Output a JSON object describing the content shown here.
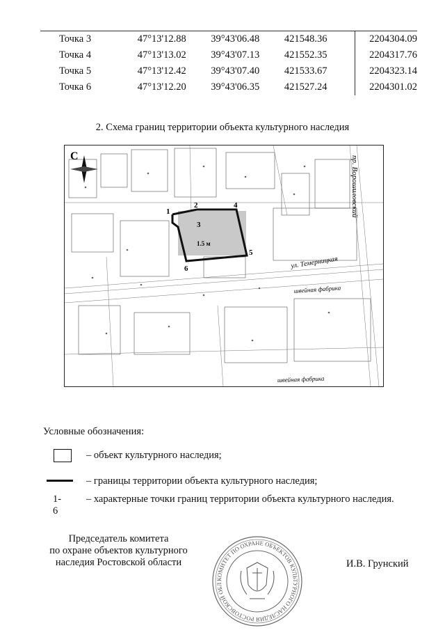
{
  "table": {
    "rows": [
      [
        "Точка 3",
        "47°13'12.88",
        "39°43'06.48",
        "421548.36",
        "2204304.09"
      ],
      [
        "Точка 4",
        "47°13'13.02",
        "39°43'07.13",
        "421552.35",
        "2204317.76"
      ],
      [
        "Точка 5",
        "47°13'12.42",
        "39°43'07.40",
        "421533.67",
        "2204323.14"
      ],
      [
        "Точка 6",
        "47°13'12.20",
        "39°43'06.35",
        "421527.24",
        "2204301.02"
      ]
    ]
  },
  "scheme": {
    "title": "2. Схема границ территории объекта культурного наследия",
    "map": {
      "north_label": "С",
      "street_prospect": "пр. Ворошиловский",
      "street_temer": "ул. Темерницкая",
      "label_factory_1": "швейная фабрика",
      "label_factory_2": "швейная фабрика",
      "object_label": "1.5 м",
      "points": [
        "1",
        "2",
        "3",
        "4",
        "5",
        "6"
      ]
    }
  },
  "legend": {
    "title": "Условные обозначения:",
    "items": [
      {
        "symbol": "box",
        "text": "– объект культурного наследия;"
      },
      {
        "symbol": "line",
        "text": "– границы территории объекта культурного наследия;"
      },
      {
        "symbol": "text",
        "label": "1-6",
        "text": "– характерные точки границ территории объекта культурного наследия."
      }
    ]
  },
  "signature": {
    "position_line1": "Председатель комитета",
    "position_line2": "по охране объектов культурного",
    "position_line3": "наследия Ростовской области",
    "name": "И.В. Грунский"
  },
  "seal": {
    "ring_text": "КОМИТЕТ ПО ОХРАНЕ ОБЪЕКТОВ КУЛЬТУРНОГО НАСЛЕДИЯ РОСТОВСКОЙ ОБЛАСТИ"
  }
}
